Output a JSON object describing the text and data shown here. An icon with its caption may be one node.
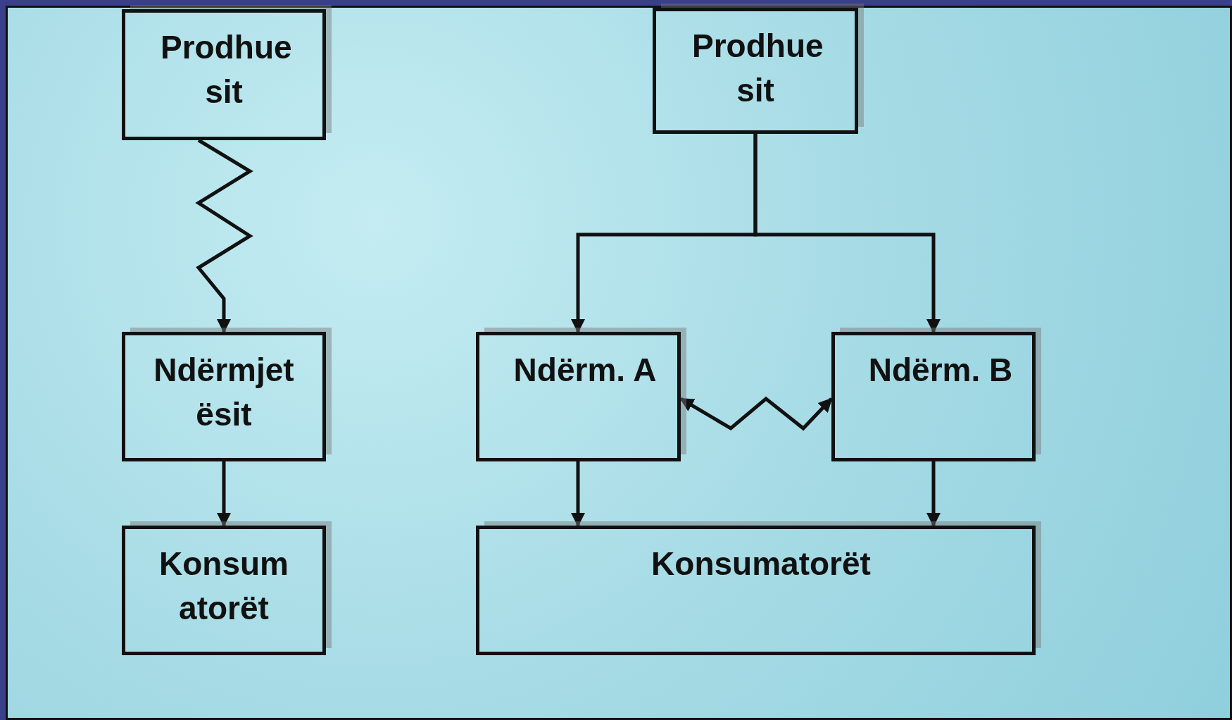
{
  "diagram": {
    "nodes": [
      {
        "text": [
          "Prodhue sit"
        ]
      },
      {
        "text": [
          "Ndërmjet ësit"
        ]
      },
      {
        "text": [
          "Konsum atorët"
        ]
      },
      {
        "text": [
          "Prodhue sit"
        ]
      },
      {
        "text": [
          "Ndërm. A"
        ]
      },
      {
        "text": [
          "Ndërm. B"
        ]
      },
      {
        "text": [
          "Konsumatorët"
        ]
      }
    ],
    "edges": [
      {
        "from": 0,
        "to": 1,
        "arrow": "to"
      },
      {
        "from": 1,
        "to": 2,
        "arrow": "to"
      },
      {
        "from": 3,
        "to": 4,
        "arrow": "to"
      },
      {
        "from": 3,
        "to": 5,
        "arrow": "to"
      },
      {
        "from": 4,
        "to": 5,
        "arrow": "both"
      },
      {
        "from": 4,
        "to": 6,
        "arrow": "to"
      },
      {
        "from": 5,
        "to": 6,
        "arrow": "to"
      }
    ]
  }
}
